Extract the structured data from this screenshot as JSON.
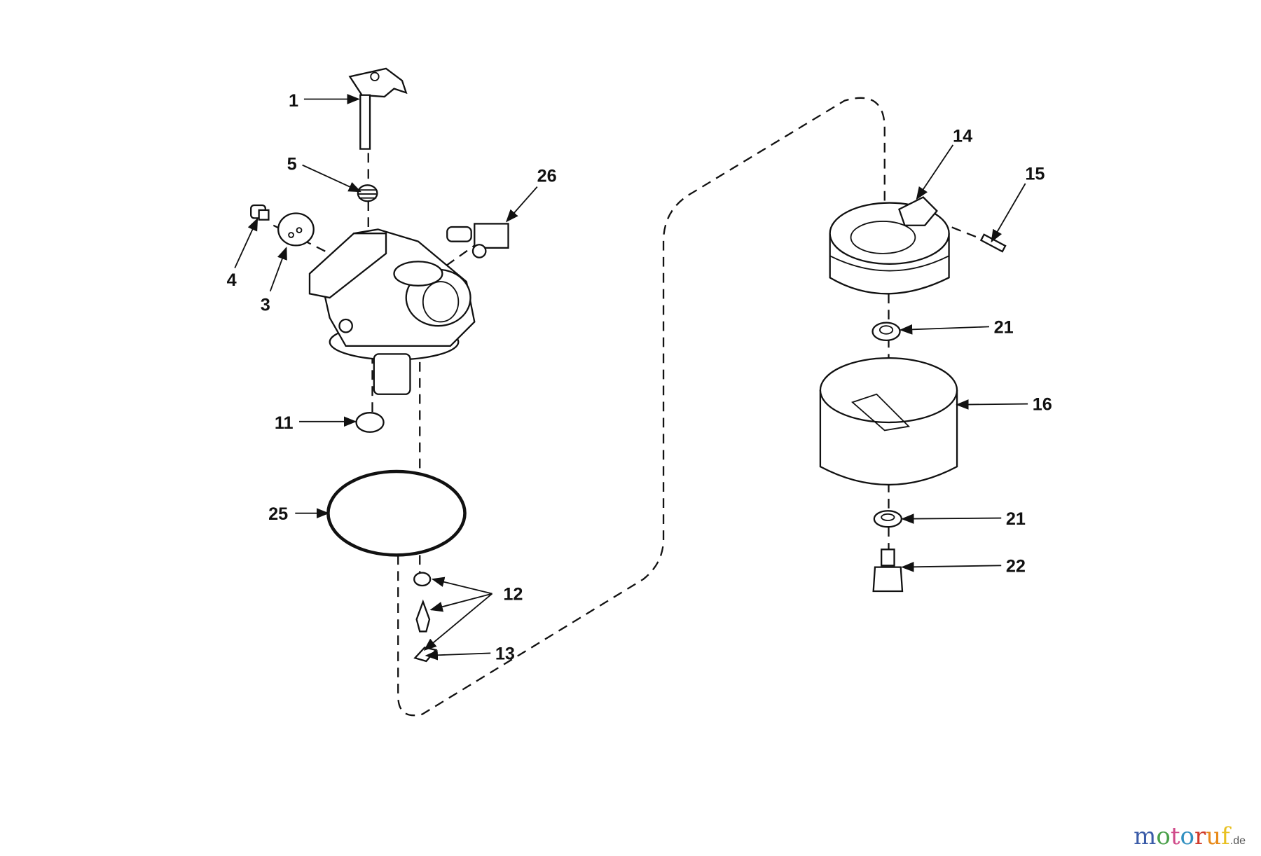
{
  "callouts": {
    "c1": "1",
    "c5": "5",
    "c26": "26",
    "c4": "4",
    "c3": "3",
    "c14": "14",
    "c15": "15",
    "c21a": "21",
    "c16": "16",
    "c11": "11",
    "c25": "25",
    "c21b": "21",
    "c22": "22",
    "c12": "12",
    "c13": "13"
  },
  "watermark": {
    "letters": [
      "m",
      "o",
      "t",
      "o",
      "r",
      "u",
      "f"
    ],
    "colors": [
      "#3a5ba8",
      "#4aa04a",
      "#d04a8a",
      "#2f8fc0",
      "#d03a2a",
      "#e88a1a",
      "#e8c020"
    ],
    "suffix": ".de"
  }
}
